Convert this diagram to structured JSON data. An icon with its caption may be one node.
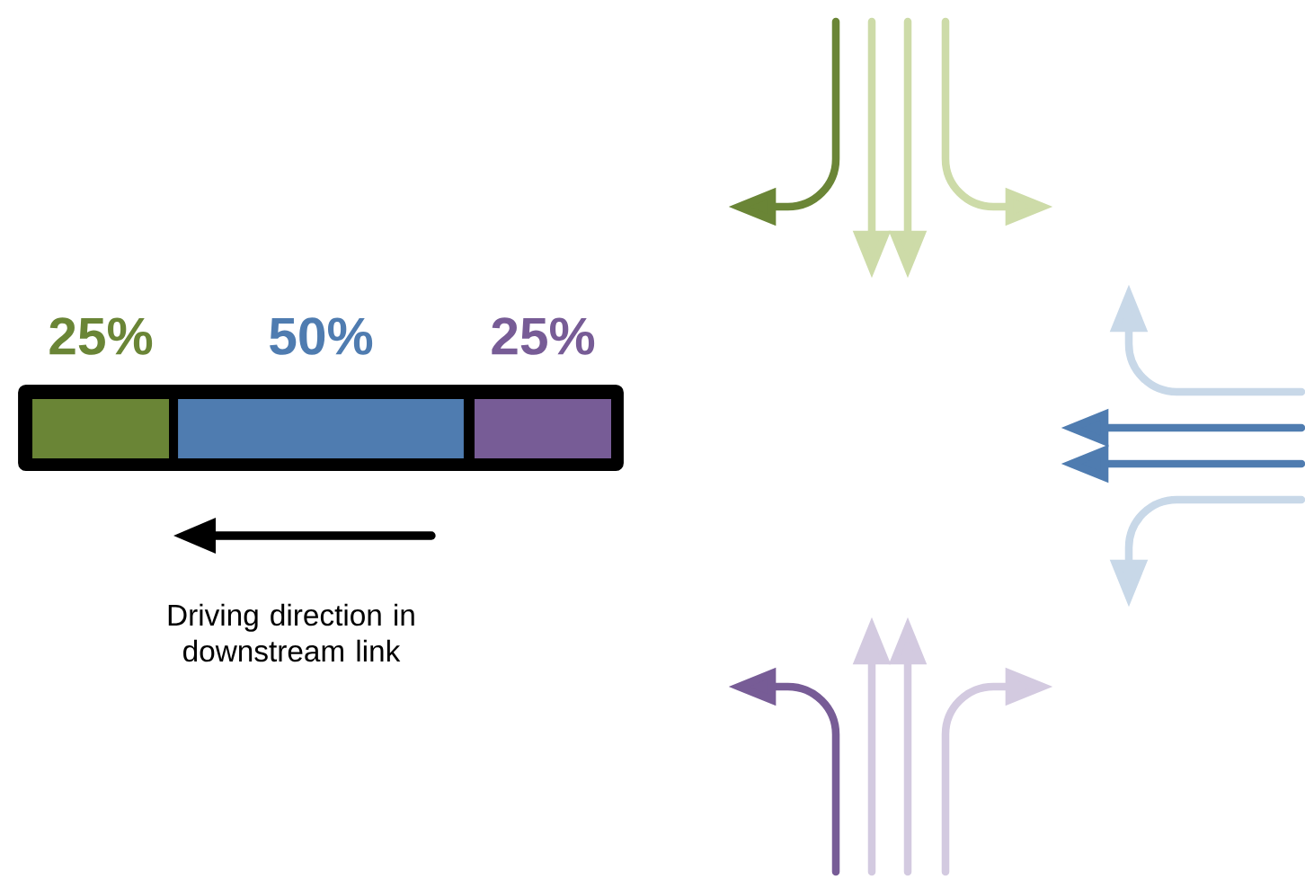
{
  "diagram": {
    "nodes": [
      {
        "text": [],
        "shape": "bar"
      },
      {
        "text": [
          "25%"
        ],
        "in": 0
      },
      {
        "text": [
          "50%"
        ],
        "in": 0
      },
      {
        "text": [
          "25%"
        ],
        "in": 0
      }
    ],
    "labels": [
      "Driving direction in downstream link"
    ]
  }
}
